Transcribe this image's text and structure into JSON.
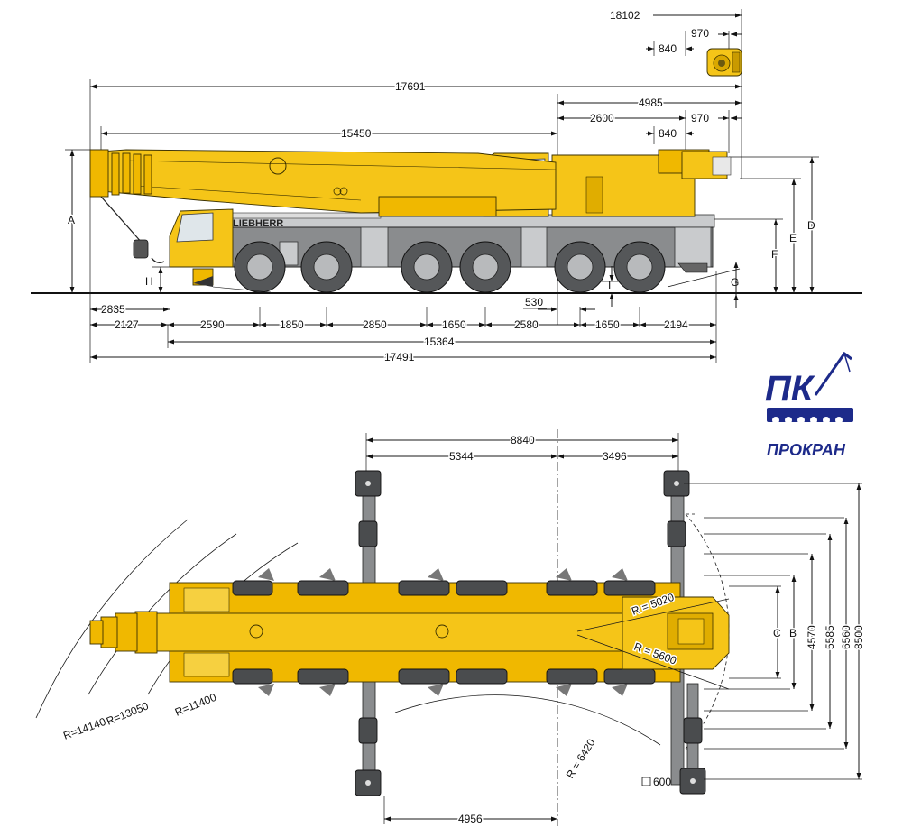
{
  "side_view": {
    "dims": {
      "top_total": "18102",
      "top_970": "970",
      "top_840": "840",
      "overall": "17691",
      "d_4985": "4985",
      "d_2600": "2600",
      "d_970b": "970",
      "d_840b": "840",
      "boom": "15450",
      "front_2835": "2835",
      "v530": "530",
      "b_2127": "2127",
      "b_2590": "2590",
      "b_1850": "1850",
      "b_2850": "2850",
      "b_1650a": "1650",
      "b_2580": "2580",
      "b_1650b": "1650",
      "b_2194": "2194",
      "len_15364": "15364",
      "len_17491": "17491"
    },
    "letters": {
      "A": "A",
      "H": "H",
      "I": "I",
      "G": "G",
      "F": "F",
      "E": "E",
      "D": "D"
    },
    "brand_text": "LIEBHERR"
  },
  "top_view": {
    "dims": {
      "span_8840": "8840",
      "span_5344": "5344",
      "span_3496": "3496",
      "bottom_4956": "4956",
      "pad": "600",
      "v_4570": "4570",
      "v_5585": "5585",
      "v_6560": "6560",
      "v_8500": "8500"
    },
    "letters": {
      "B": "B",
      "C": "C"
    },
    "radii": {
      "r14140": "R=14140",
      "r13050": "R=13050",
      "r11400": "R=11400",
      "r6420": "R = 6420",
      "r5020": "R = 5020",
      "r5600": "R = 5600"
    }
  },
  "logo": {
    "mark": "ПК",
    "name": "ПРОКРАН",
    "colors": {
      "blue": "#1d2a8a",
      "crane_yellow": "#f5c518"
    }
  }
}
